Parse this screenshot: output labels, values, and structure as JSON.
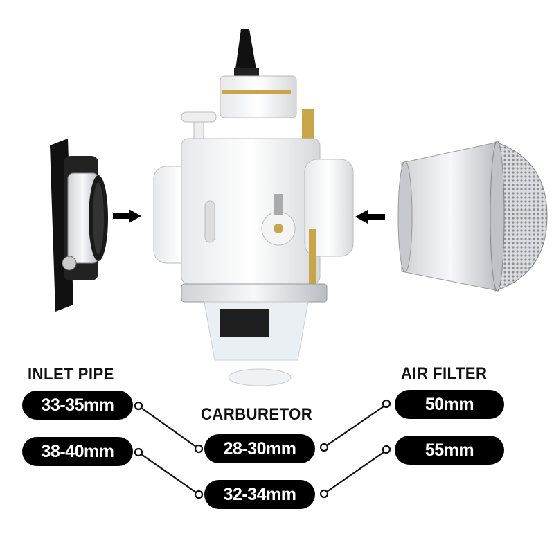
{
  "product": {
    "center_part": "carburetor-image",
    "left_part": "inlet-pipe-image",
    "right_part": "air-filter-image"
  },
  "labels": {
    "inlet_pipe": {
      "heading": "INLET PIPE",
      "sizes": [
        "33-35mm",
        "38-40mm"
      ]
    },
    "carburetor": {
      "heading": "CARBURETOR",
      "sizes": [
        "28-30mm",
        "32-34mm"
      ]
    },
    "air_filter": {
      "heading": "AIR FILTER",
      "sizes": [
        "50mm",
        "55mm"
      ]
    }
  },
  "colors": {
    "pill_bg": "#000000",
    "pill_text": "#ffffff",
    "connector": "#111111"
  }
}
